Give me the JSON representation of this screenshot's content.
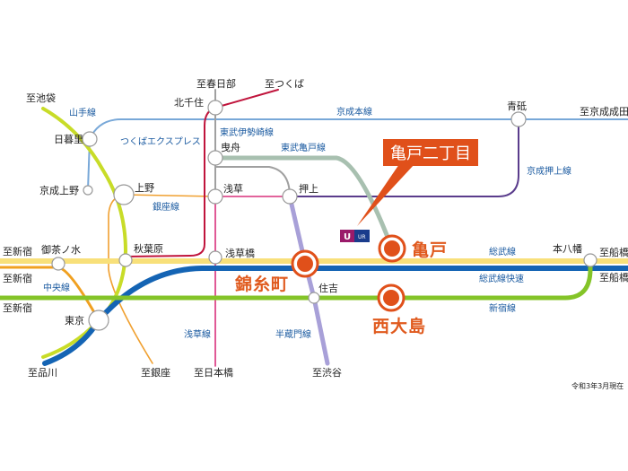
{
  "stations": {
    "nippori": "日暮里",
    "keisei_ueno": "京成上野",
    "ueno": "上野",
    "akihabara": "秋葉原",
    "ochanomizu": "御茶ノ水",
    "tokyo": "東京",
    "kitasenju": "北千住",
    "hikifune": "曳舟",
    "asakusa": "浅草",
    "oshiage": "押上",
    "asakusabashi": "浅草橋",
    "sumiyoshi": "住吉",
    "aoto": "青砥",
    "motoyawata": "本八幡"
  },
  "highlight_stations": {
    "kinshicho": "錦糸町",
    "kameido": "亀戸",
    "nishi_ojima": "西大島"
  },
  "destinations": {
    "ikebukuro": "至池袋",
    "kasukabe": "至春日部",
    "tsukuba": "至つくば",
    "narita": "至京成成田",
    "shinjuku1": "至新宿",
    "shinjuku2": "至新宿",
    "shinjuku3": "至新宿",
    "funabashi1": "至船橋",
    "funabashi2": "至船橋",
    "shinagawa": "至品川",
    "ginza": "至銀座",
    "nihonbashi": "至日本橋",
    "shibuya": "至渋谷"
  },
  "lines": {
    "yamanote": "山手線",
    "keisei_main": "京成本線",
    "tsukuba_express": "つくばエクスプレス",
    "tobu_isesaki": "東武伊勢崎線",
    "tobu_kameido": "東武亀戸線",
    "keisei_oshiage": "京成押上線",
    "ginza": "銀座線",
    "sobu": "総武線",
    "sobu_rapid": "総武線快速",
    "chuo": "中央線",
    "asakusa": "浅草線",
    "hanzomon": "半蔵門線",
    "shinjuku": "新宿線"
  },
  "callout": "亀戸二丁目",
  "logo": "UR",
  "note": "令和3年3月現在",
  "colors": {
    "accent": "#e0501a",
    "yamanote": "#c8dc28",
    "sobu": "#f8e07a",
    "sobu_rapid": "#1464b4",
    "shinjuku": "#84c428",
    "chuo": "#f0a020",
    "keisei": "#78a8d8",
    "oshiage": "#5a3c8c",
    "tx": "#c0143c",
    "asakusa": "#d8307c",
    "hanzomon": "#a8a0d8",
    "tobu": "#a0a0a0",
    "kameido_line": "#a8c0b0"
  }
}
